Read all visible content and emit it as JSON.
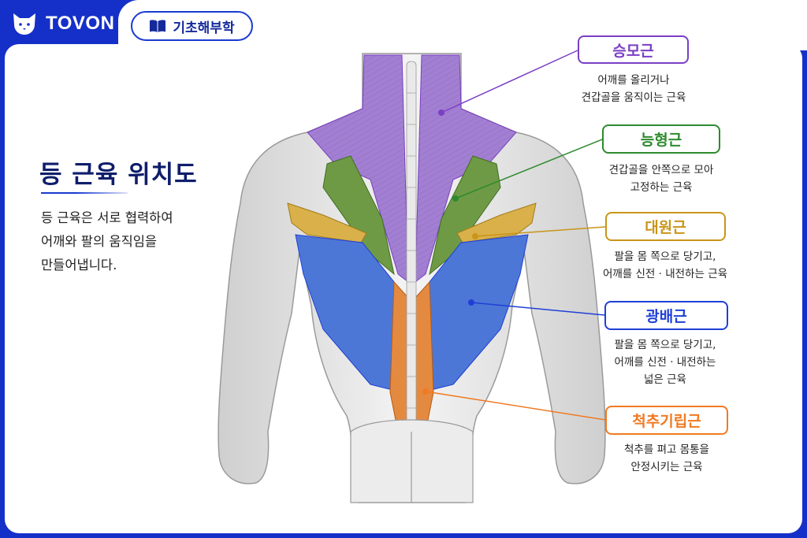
{
  "brand": {
    "name": "TOVON"
  },
  "header": {
    "tag_label": "기초해부학"
  },
  "main": {
    "title": "등 근육 위치도",
    "description_lines": [
      "등 근육은 서로 협력하여",
      "어깨와 팔의 움직임을",
      "만들어냅니다."
    ]
  },
  "muscles": [
    {
      "name": "승모근",
      "color": "#7b3fc4",
      "lines": [
        "어깨를 올리거나",
        "견갑골을 움직이는 근육"
      ]
    },
    {
      "name": "능형근",
      "color": "#2e8a2e",
      "lines": [
        "견갑골을 안쪽으로 모아",
        "고정하는 근육"
      ]
    },
    {
      "name": "대원근",
      "color": "#c9951a",
      "lines": [
        "팔을 몸 쪽으로 당기고,",
        "어깨를 신전 · 내전하는 근육"
      ]
    },
    {
      "name": "광배근",
      "color": "#1f3fd6",
      "lines": [
        "팔을 몸 쪽으로 당기고,",
        "어깨를 신전 · 내전하는",
        "넓은 근육"
      ]
    },
    {
      "name": "척추기립근",
      "color": "#f07a22",
      "lines": [
        "척추를 펴고 몸통을",
        "안정시키는 근육"
      ]
    }
  ],
  "icons": {
    "brand": "fox-logo-icon",
    "tag": "open-book-icon"
  }
}
